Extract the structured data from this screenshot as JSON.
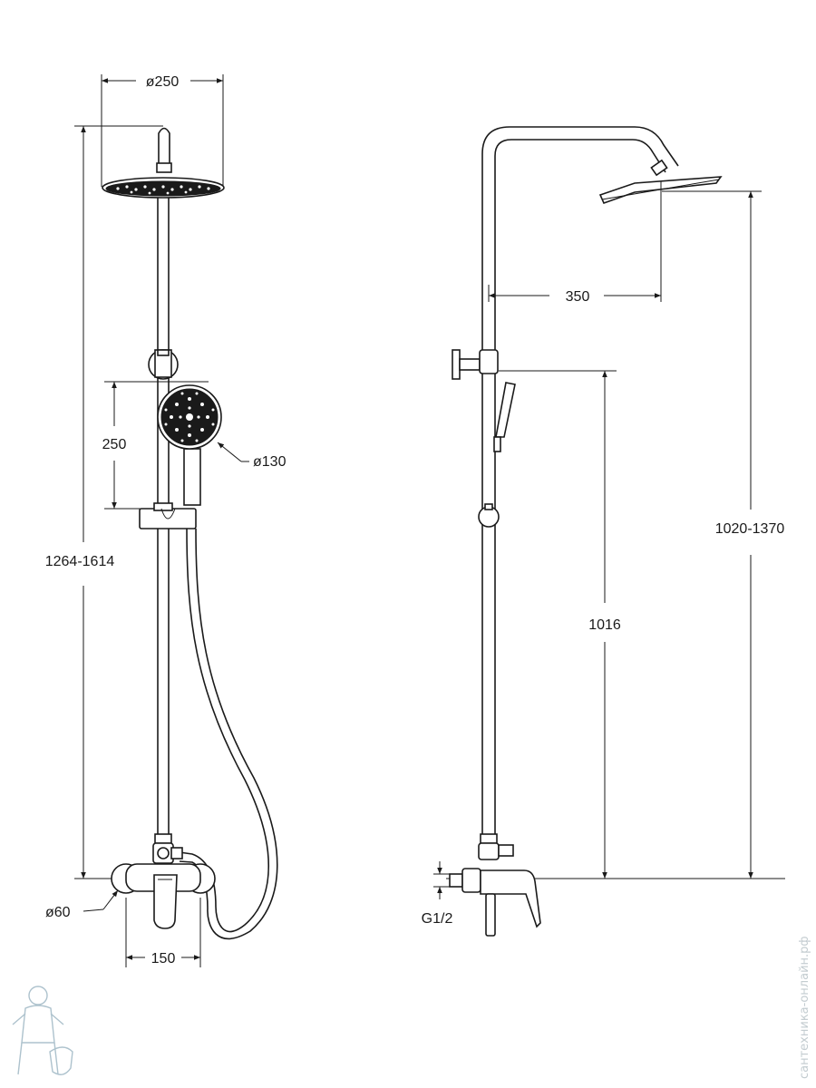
{
  "front_view": {
    "head_diameter": "ø250",
    "height_range": "1264-1614",
    "holder_distance": "250",
    "hand_shower_diameter": "ø130",
    "flange_diameter": "ø60",
    "center_distance": "150"
  },
  "side_view": {
    "arm_reach": "350",
    "head_height_range": "1020-1370",
    "holder_height": "1016",
    "connection_thread": "G1/2"
  },
  "watermark": {
    "text": "сантехника-онлайн.рф",
    "logo_icon": "plumber-mascot-icon"
  },
  "colors": {
    "line": "#1a1a1a",
    "background": "#ffffff",
    "watermark": "#b9c3c8"
  }
}
